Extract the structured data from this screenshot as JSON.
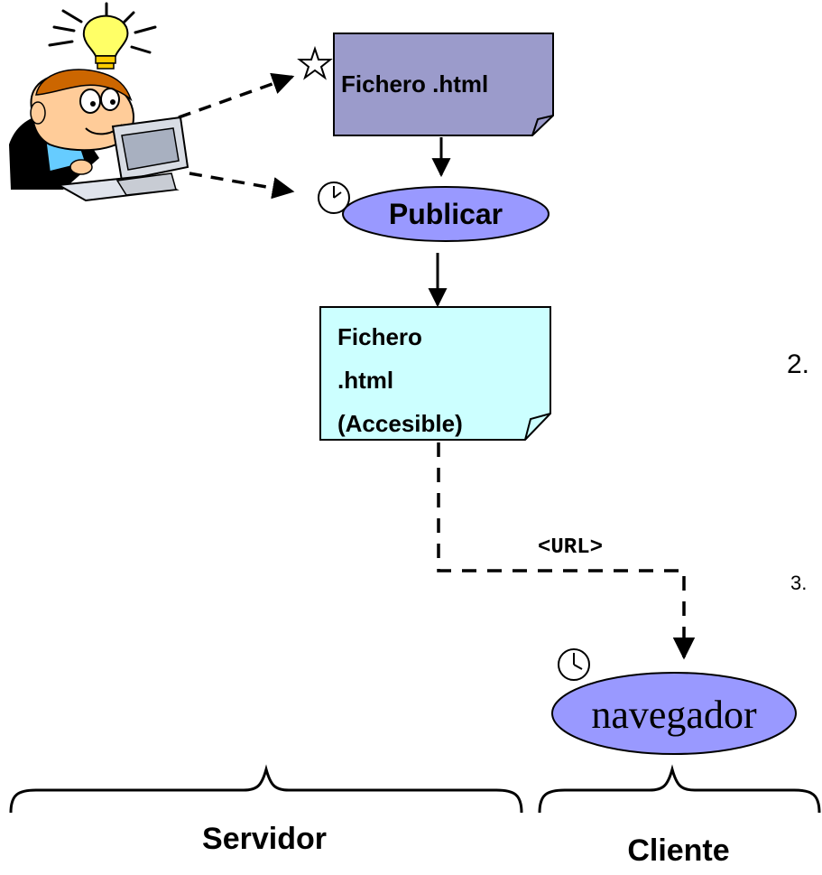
{
  "nodes": {
    "source_file": {
      "label": "Fichero .html"
    },
    "publish": {
      "label": "Publicar"
    },
    "accessible_file": {
      "lines": [
        "Fichero",
        ".html",
        "(Accesible)"
      ]
    },
    "browser": {
      "label": "navegador"
    }
  },
  "edge_labels": {
    "url": "<URL>"
  },
  "step_numbers": {
    "two": "2.",
    "three": "3."
  },
  "groups": {
    "server": "Servidor",
    "client": "Cliente"
  },
  "colors": {
    "source_file_fill": "#9b9bcb",
    "accessible_file_fill": "#ccffff",
    "ellipse_fill": "#9999ff",
    "stroke": "#000000"
  },
  "icons": [
    "lightbulb-icon",
    "person-at-computer-icon",
    "star-icon",
    "clock-icon"
  ]
}
